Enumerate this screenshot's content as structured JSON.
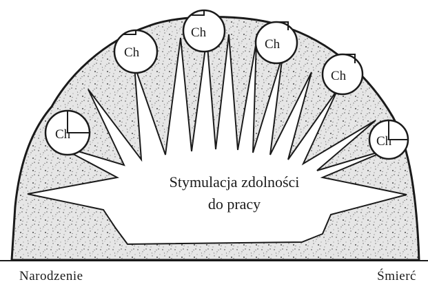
{
  "diagram": {
    "center_label_line1": "Stymulacja zdolności",
    "center_label_line2": "do pracy",
    "left_axis_label": "Narodzenie",
    "right_axis_label": "Śmierć",
    "node_label": "Ch",
    "nodes": [
      {
        "id": "ch1",
        "label": "Ch"
      },
      {
        "id": "ch2",
        "label": "Ch"
      },
      {
        "id": "ch3",
        "label": "Ch"
      },
      {
        "id": "ch4",
        "label": "Ch"
      },
      {
        "id": "ch5",
        "label": "Ch"
      },
      {
        "id": "ch6",
        "label": "Ch"
      }
    ]
  }
}
